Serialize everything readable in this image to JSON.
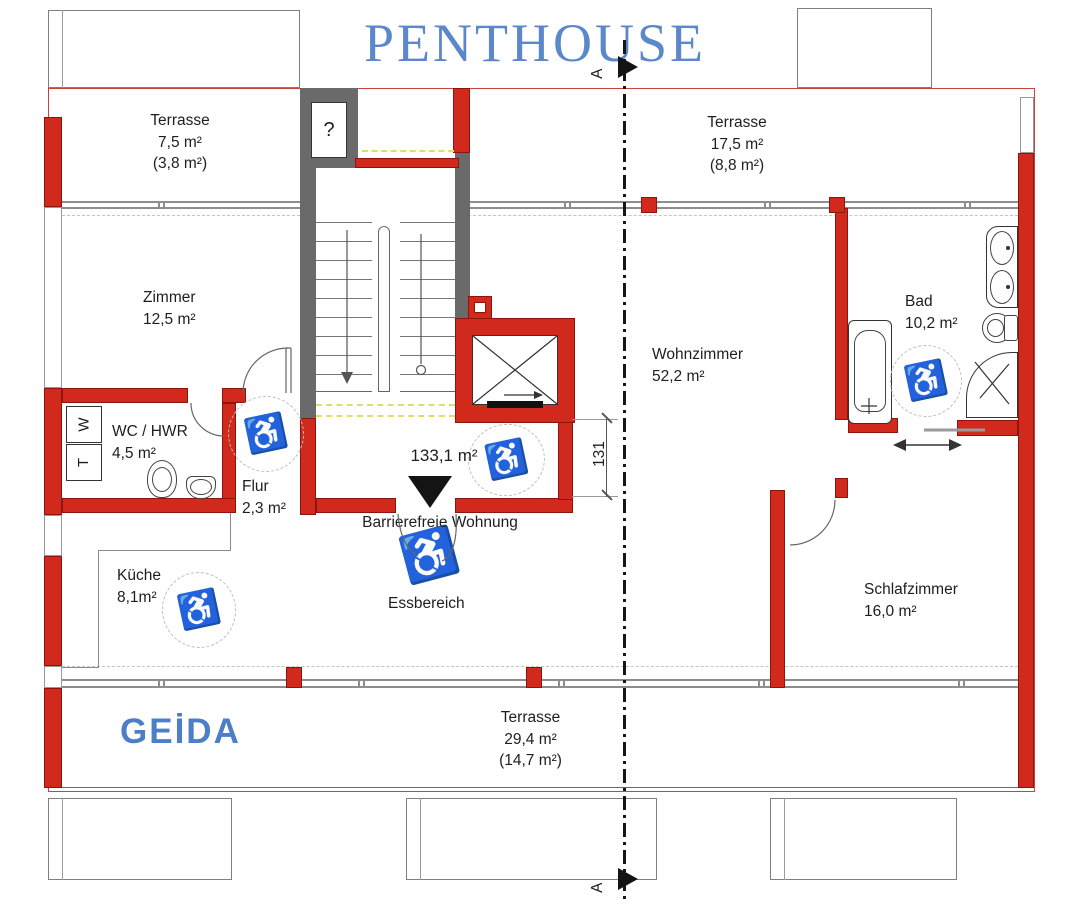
{
  "title": "PENTHOUSE",
  "branding": {
    "logo_text": "GEİDA"
  },
  "section_marker": {
    "label": "A"
  },
  "stairwell": {
    "unknown_label": "?"
  },
  "entry": {
    "total_area": "133,1 m²",
    "note": "Barrierefreie Wohnung"
  },
  "dimensions": {
    "corridor_width": "131"
  },
  "laundry": {
    "washer": "W",
    "dryer": "T"
  },
  "icons": {
    "wheelchair": "♿"
  },
  "rooms": {
    "terrace_top_left": {
      "name": "Terrasse",
      "area": "7,5 m²",
      "area_half": "(3,8 m²)"
    },
    "terrace_top_right": {
      "name": "Terrasse",
      "area": "17,5 m²",
      "area_half": "(8,8 m²)"
    },
    "zimmer": {
      "name": "Zimmer",
      "area": "12,5 m²"
    },
    "wc_hwr": {
      "name": "WC / HWR",
      "area": "4,5 m²"
    },
    "flur": {
      "name": "Flur",
      "area": "2,3 m²"
    },
    "kueche": {
      "name": "Küche",
      "area": "8,1m²"
    },
    "essbereich": {
      "name": "Essbereich"
    },
    "wohnzimmer": {
      "name": "Wohnzimmer",
      "area": "52,2 m²"
    },
    "bad": {
      "name": "Bad",
      "area": "10,2 m²"
    },
    "schlafzimmer": {
      "name": "Schlafzimmer",
      "area": "16,0 m²"
    },
    "terrace_bottom": {
      "name": "Terrasse",
      "area": "29,4 m²",
      "area_half": "(14,7 m²)"
    }
  },
  "colors": {
    "wall_red": "#d2291d",
    "wall_red_dark": "#8e1410",
    "wall_gray": "#6a6a6a",
    "thin_red": "#c8443a",
    "title_blue": "#5b87cb",
    "logo_blue": "#4c7fc6",
    "yellow_dash": "#e2dc6a"
  }
}
